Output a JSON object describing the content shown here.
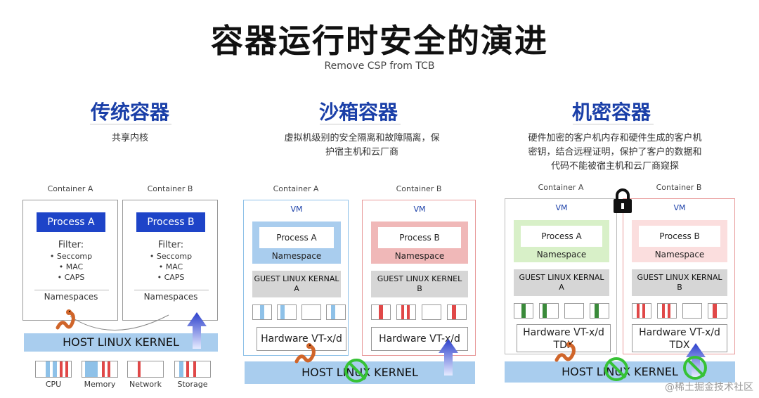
{
  "header": {
    "title": "容器运行时安全的演进",
    "subtitle": "Remove CSP from TCB"
  },
  "traditional": {
    "title": "传统容器",
    "desc": "共享内核",
    "container_a": "Container A",
    "container_b": "Container B",
    "process_a": "Process A",
    "process_b": "Process B",
    "filter_label": "Filter:",
    "filter_items": [
      "• Seccomp",
      "• MAC",
      "• CAPS"
    ],
    "namespaces": "Namespaces",
    "kernel": "HOST LINUX KERNEL",
    "resources": [
      "CPU",
      "Memory",
      "Network",
      "Storage"
    ]
  },
  "sandbox": {
    "title": "沙箱容器",
    "desc_line1": "虚拟机级别的安全隔离和故障隔离，保",
    "desc_line2": "护宿主机和云厂商",
    "container_a": "Container A",
    "container_b": "Container B",
    "vm": "VM",
    "process_a": "Process A",
    "process_b": "Process B",
    "namespace": "Namespace",
    "guest_kernel_a": "GUEST LINUX KERNAL",
    "guest_kernel_a2": "A",
    "guest_kernel_b": "GUEST LINUX KERNEL",
    "guest_kernel_b2": "B",
    "hw_a": "Hardware VT-x/d",
    "hw_b": "Hardware  VT-x/d",
    "kernel": "HOST LINUX KERNEL"
  },
  "confidential": {
    "title": "机密容器",
    "desc_line1": "硬件加密的客户机内存和硬件生成的客户机",
    "desc_line2": "密钥，结合远程证明，保护了客户的数据和",
    "desc_line3": "代码不能被宿主机和云厂商窥探",
    "container_a": "Container A",
    "container_b": "Container B",
    "vm": "VM",
    "process_a": "Process A",
    "process_b": "Process B",
    "namespace": "Namespace",
    "guest_kernel_a": "GUEST LINUX KERNAL",
    "guest_kernel_a2": "A",
    "guest_kernel_b": "GUEST LINUX KERNAL",
    "guest_kernel_b2": "B",
    "hw_a": "Hardware VT-x/d",
    "hw_a2": "TDX",
    "hw_b": "Hardware  VT-x/d",
    "hw_b2": "TDX",
    "kernel": "HOST LINUX KERNEL"
  },
  "watermark": "@稀土掘金技术社区",
  "colors": {
    "accent_blue": "#1a3fa8",
    "process_blue": "#1e44c8",
    "kernel_blue": "#a9cdee",
    "stripe_blue": "#8ec1e8",
    "stripe_red": "#e04848",
    "stripe_green": "#3a8a3a",
    "no_sign_green": "#36c236"
  },
  "icons": [
    "worm-icon",
    "up-arrow-icon",
    "lock-icon",
    "no-entry-icon"
  ]
}
